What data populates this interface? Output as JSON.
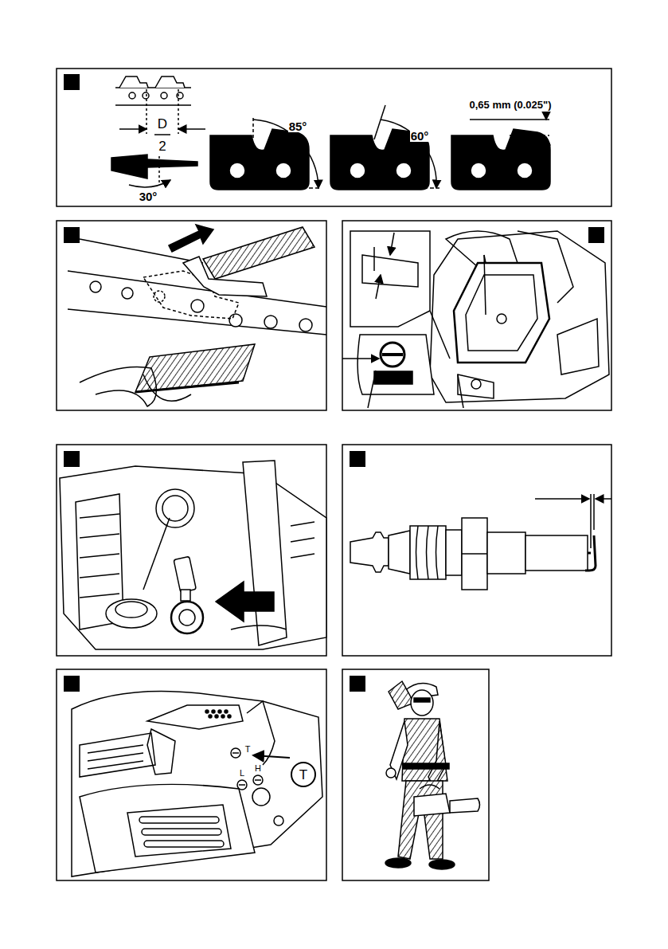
{
  "diagram": {
    "nodes": [
      {
        "text": [
          "T"
        ]
      }
    ],
    "labels": [
      "D",
      "2",
      "30°",
      "85°",
      "60°",
      "0,65 mm (0.025\")",
      "T",
      "L",
      "H"
    ]
  }
}
